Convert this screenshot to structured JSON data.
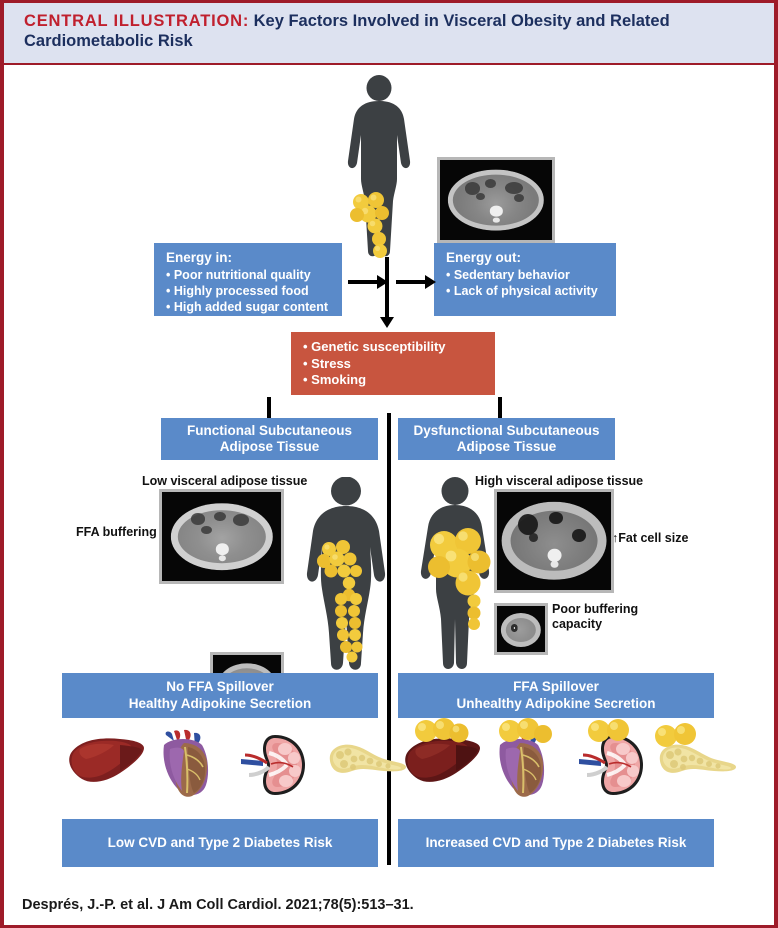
{
  "header": {
    "label": "CENTRAL ILLUSTRATION:",
    "title": "Key Factors Involved in Visceral Obesity and Related Cardiometabolic Risk"
  },
  "energy_in": {
    "title": "Energy in:",
    "items": [
      "• Poor nutritional quality",
      "• Highly processed food",
      "• High added sugar content"
    ]
  },
  "energy_out": {
    "title": "Energy out:",
    "items": [
      "• Sedentary behavior",
      "• Lack of physical activity"
    ]
  },
  "risk_factors": {
    "items": [
      "• Genetic susceptibility",
      "• Stress",
      "• Smoking"
    ]
  },
  "left_panel": {
    "heading": "Functional Subcutaneous\nAdipose Tissue",
    "heading_line1": "Functional Subcutaneous",
    "heading_line2": "Adipose Tissue",
    "visceral_label": "Low visceral adipose tissue",
    "buffering_label": "FFA buffering",
    "spillover_line1": "No FFA Spillover",
    "spillover_line2": "Healthy Adipokine Secretion",
    "risk_label": "Low CVD and Type 2 Diabetes Risk"
  },
  "right_panel": {
    "heading_line1": "Dysfunctional Subcutaneous",
    "heading_line2": "Adipose Tissue",
    "visceral_label": "High visceral adipose tissue",
    "fat_cell_label": "↑Fat cell size",
    "buffering_line1": "Poor buffering",
    "buffering_line2": "capacity",
    "spillover_line1": "FFA Spillover",
    "spillover_line2": "Unhealthy Adipokine Secretion",
    "risk_label": "Increased CVD and Type 2 Diabetes Risk"
  },
  "organs": {
    "names": [
      "liver",
      "heart",
      "kidney",
      "pancreas"
    ]
  },
  "citation": "Després, J.-P. et al. J Am Coll Cardiol. 2021;78(5):513–31.",
  "colors": {
    "border_red": "#9e1b29",
    "header_bg": "#dde2f0",
    "title_navy": "#1c2f5e",
    "label_red": "#c0202e",
    "box_blue": "#5a8ac9",
    "box_red": "#c8553f",
    "silhouette_gray": "#3c4043",
    "fat_yellow": "#f2cb3d"
  }
}
